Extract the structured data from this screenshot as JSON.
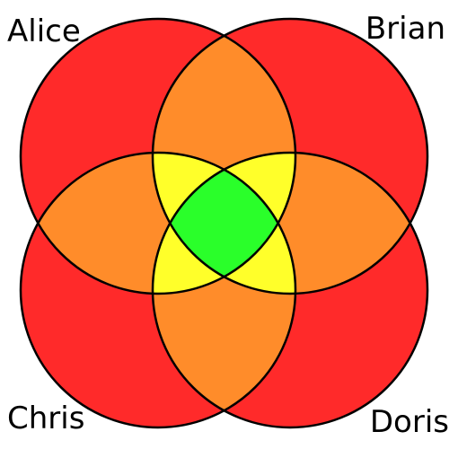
{
  "diagram": {
    "type": "venn",
    "sets": [
      {
        "id": "alice",
        "label": "Alice"
      },
      {
        "id": "brian",
        "label": "Brian"
      },
      {
        "id": "chris",
        "label": "Chris"
      },
      {
        "id": "doris",
        "label": "Doris"
      }
    ],
    "region_colors": {
      "one_set": "#ff2a2a",
      "two_sets": "#ff8c2a",
      "three_sets": "#ffff2a",
      "four_sets": "#2aff2a"
    },
    "outline_color": "#000000"
  }
}
